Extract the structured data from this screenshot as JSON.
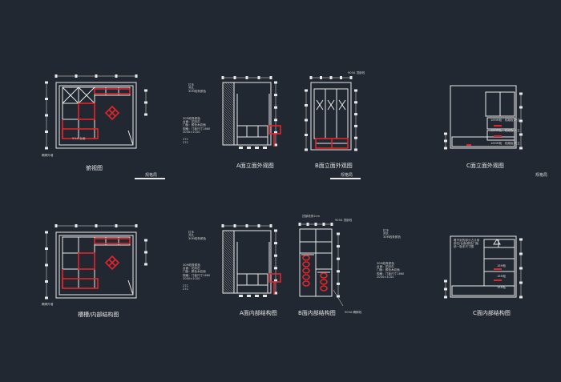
{
  "colors": {
    "background": "#222831",
    "line": "#e8e8e8",
    "highlight": "#e0262b",
    "hatch": "#9a9a9a"
  },
  "captions": {
    "plan_top": "俯视图",
    "plan_bottom": "槽槽/内部结构图",
    "a_outer": "A面立面外观图",
    "b_outer": "B面立面外观图",
    "c_outer": "C面立面外观图",
    "a_inner": "A面内部结构图",
    "b_inner": "B面内部结构图",
    "c_inner": "C面内部结构图"
  },
  "small_labels": {
    "under_plan_top": "规格局",
    "under_b_outer": "规格局",
    "c_outer_right": "规格局",
    "plan_top_left": "踢脚外墙",
    "plan_bottom_left": "踢脚外墙",
    "plan_top_inner": "5%A 台面",
    "b_outer_top": "905A 顶部线",
    "b_inner_top": "顶部线条2cm",
    "b_inner_top_right": "905A 顶部线",
    "b_inner_bottom_right": "905A 踢脚线",
    "c_outer_r1": "18MM柜 · 线路板 外立",
    "c_outer_r2": "18MM柜 · 线路板 外立",
    "c_outer_r3": "18MM柜 · 线路板 外立",
    "c_inner_r1": "18M柜",
    "c_inner_r2": "18M柜",
    "c_inner_r3": "18M柜"
  },
  "notes": {
    "a_outer_top": [
      "拉手",
      "开孔",
      "30M线条颜色"
    ],
    "a_outer_mid": [
      "30M线条颜色",
      "台面：花岗石",
      "门板：颜色木纹面",
      "规格：门板尺寸1860",
      "2000×1C00"
    ],
    "a_outer_low": [
      "27C",
      "27C"
    ],
    "a_inner_top": [
      "拉手",
      "开孔",
      "30M线条颜色"
    ],
    "a_inner_mid": [
      "30M线条颜色",
      "台面：花岗石",
      "门板：颜色木纹面",
      "规格：门板尺寸1860",
      "2000×1C00"
    ],
    "a_inner_low": [
      "27C",
      "27C"
    ],
    "b_inner_right": [
      "拉手",
      "开孔",
      "30M线条颜色"
    ],
    "b_inner_right_mid": [
      "30M线条颜色",
      "台面：花岗石",
      "门板：颜色木纹面",
      "规格：门板尺寸1860",
      "2000×1C00"
    ],
    "c_inner_note": [
      "看不到的部分占计用",
      "部位/台面/颜色门板",
      "统一版本尺寸图"
    ]
  }
}
